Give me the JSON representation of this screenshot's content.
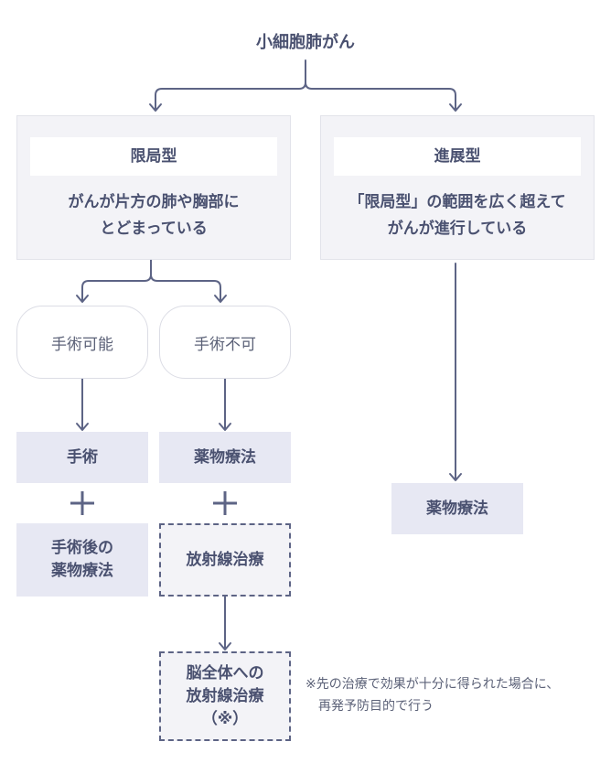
{
  "title": "小細胞肺がん",
  "limited": {
    "head": "限局型",
    "desc": "がんが片方の肺や胸部に\nとどまっている"
  },
  "extensive": {
    "head": "進展型",
    "desc": "「限局型」の範囲を広く超えて\nがんが進行している"
  },
  "operable": "手術可能",
  "inoperable": "手術不可",
  "surgery": "手術",
  "drug_therapy_1": "薬物療法",
  "postop_drug": "手術後の\n薬物療法",
  "radiation": "放射線治療",
  "brain_radiation": "脳全体への\n放射線治療\n（※）",
  "drug_therapy_2": "薬物療法",
  "plus_symbol": "＋",
  "footnote": "※先の治療で効果が十分に得られた場合に、\n　再発予防目的で行う",
  "colors": {
    "line": "#5d6485",
    "box": "#e7e8f3",
    "panel": "#f3f3f7"
  }
}
